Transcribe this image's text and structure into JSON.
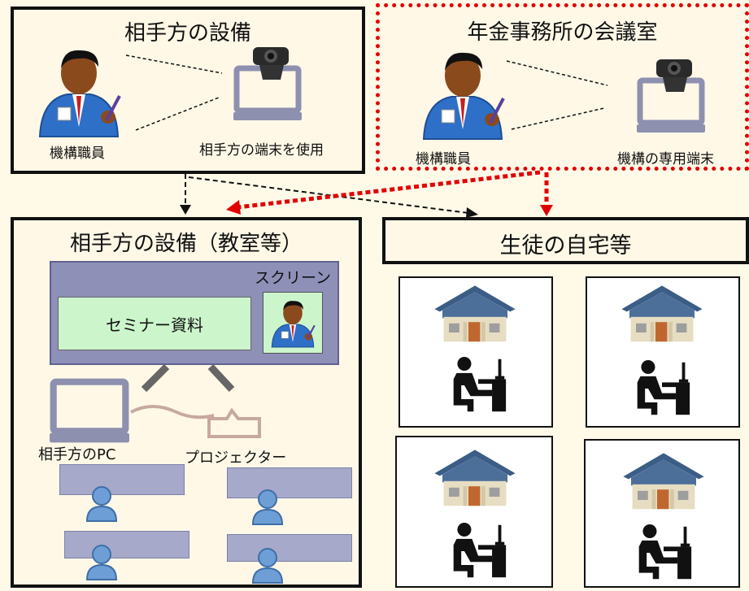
{
  "top_left": {
    "title": "相手方の設備",
    "staff_label": "機構職員",
    "device_label": "相手方の端末を使用"
  },
  "top_right": {
    "title": "年金事務所の会議室",
    "staff_label": "機構職員",
    "device_label": "機構の専用端末"
  },
  "classroom": {
    "title": "相手方の設備（教室等）",
    "screen_label": "スクリーン",
    "seminar_label": "セミナー資料",
    "pc_label": "相手方のPC",
    "projector_label": "プロジェクター"
  },
  "homes": {
    "title": "生徒の自宅等"
  },
  "colors": {
    "background": "#FFF9E8",
    "red_dotted": "#E00000",
    "screen_bg": "#8E90B8",
    "seminar_bg": "#CCF5CC",
    "device_gray": "#8D90AE",
    "desk_bar": "#A6A9C9"
  },
  "icons": [
    "staff-icon",
    "webcam-icon",
    "laptop-icon",
    "house-icon",
    "student-desk-icon",
    "person-icon",
    "projector-icon"
  ]
}
